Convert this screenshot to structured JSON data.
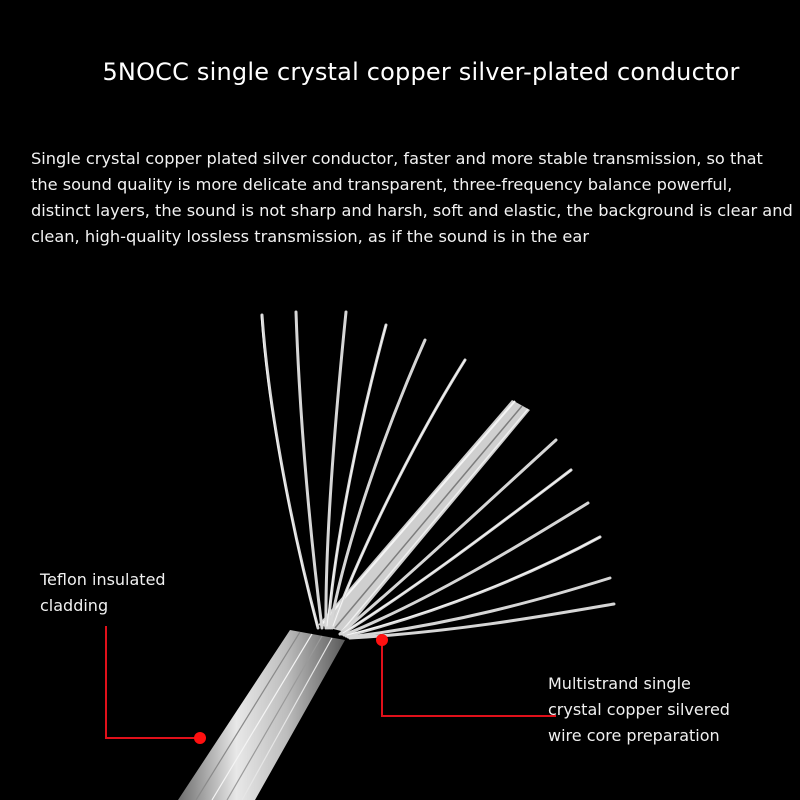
{
  "title": "5NOCC single crystal copper silver-plated conductor",
  "description": [
    "Single crystal copper plated silver conductor, faster and more stable transmission, so that",
    "the sound quality is more delicate and transparent, three-frequency balance powerful,",
    "distinct layers, the sound is not sharp and harsh, soft and elastic, the background is clear and",
    " clean, high-quality lossless transmission, as if the sound is in the ear"
  ],
  "callouts": {
    "insulation": [
      "Teflon insulated",
      "cladding"
    ],
    "core": [
      "Multistrand single",
      "crystal copper silvered",
      " wire core preparation"
    ]
  },
  "colors": {
    "background": "#000000",
    "text": "#ffffff",
    "callout_line": "#e0101a",
    "wire": "#d8d8d8"
  }
}
